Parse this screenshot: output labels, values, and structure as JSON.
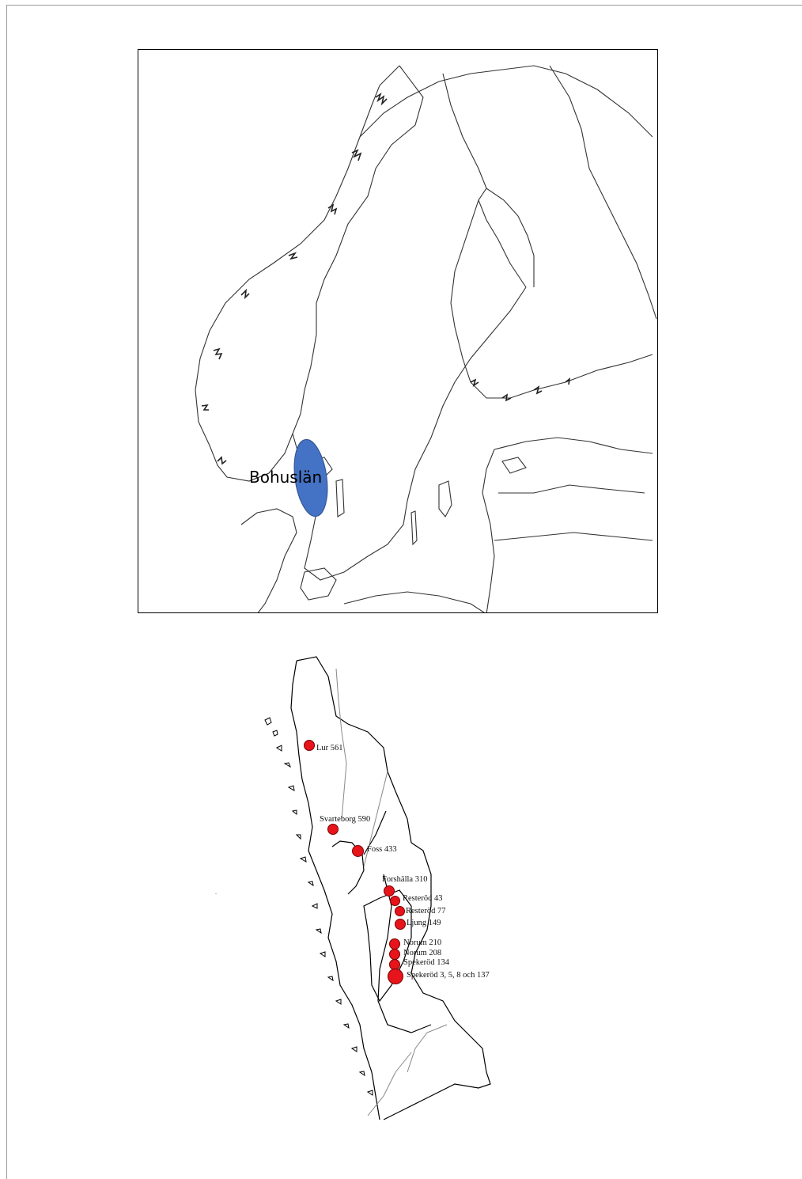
{
  "overview_map": {
    "highlight_region": "Bohuslän",
    "highlight_color": "#4472c4"
  },
  "detail_map": {
    "dot_color": "#e8141b",
    "sites": [
      {
        "label": "Lur 561"
      },
      {
        "label": "Svarteborg 590"
      },
      {
        "label": "Foss 433"
      },
      {
        "label": "Forshälla 310"
      },
      {
        "label": "Resteröd 43"
      },
      {
        "label": "Resteröd 77"
      },
      {
        "label": "Ljung 149"
      },
      {
        "label": "Norum 210"
      },
      {
        "label": "Norum 208"
      },
      {
        "label": "Spekeröd 134"
      },
      {
        "label": "Spekeröd 3, 5, 8 och 137"
      }
    ]
  }
}
